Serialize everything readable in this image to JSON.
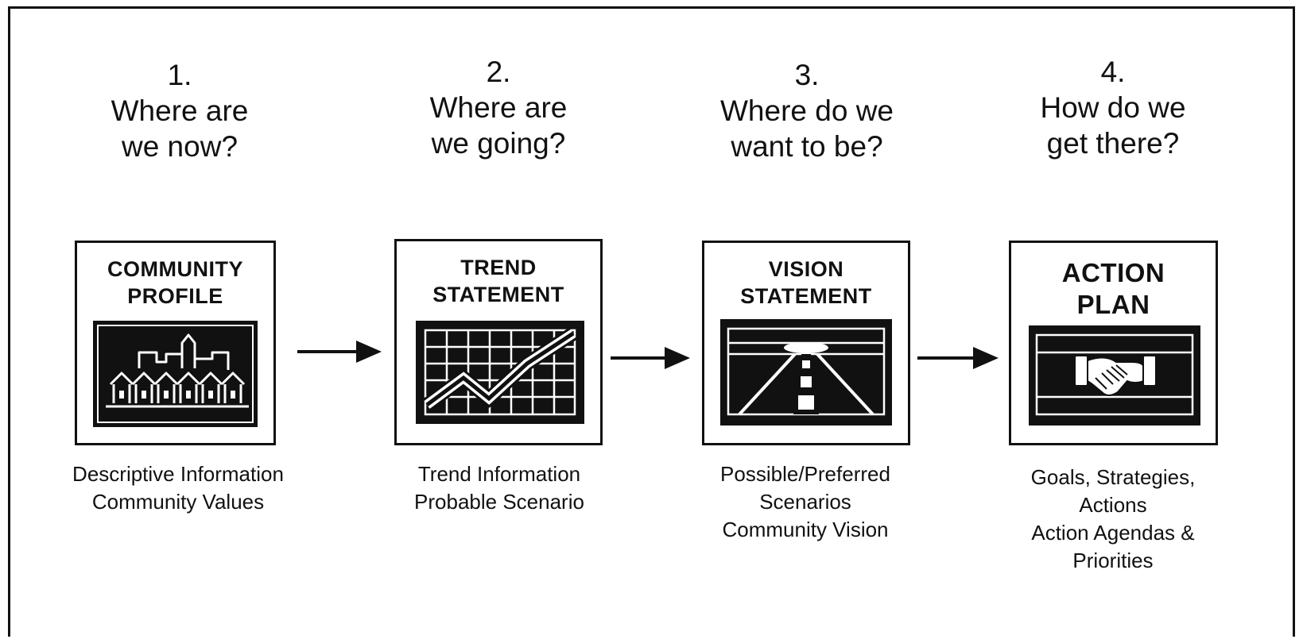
{
  "steps": [
    {
      "number": "1.",
      "question_line1": "Where are",
      "question_line2": "we now?",
      "box_title_line1": "COMMUNITY",
      "box_title_line2": "PROFILE",
      "picture_icon": "village-icon",
      "caption_lines": [
        "Descriptive Information",
        "Community Values"
      ]
    },
    {
      "number": "2.",
      "question_line1": "Where are",
      "question_line2": "we going?",
      "box_title_line1": "TREND",
      "box_title_line2": "STATEMENT",
      "picture_icon": "trend-graph-icon",
      "caption_lines": [
        "Trend Information",
        "Probable Scenario"
      ]
    },
    {
      "number": "3.",
      "question_line1": "Where do we",
      "question_line2": "want to be?",
      "box_title_line1": "VISION",
      "box_title_line2": "STATEMENT",
      "picture_icon": "road-horizon-icon",
      "caption_lines": [
        "Possible/Preferred",
        "Scenarios",
        "Community Vision"
      ]
    },
    {
      "number": "4.",
      "question_line1": "How do we",
      "question_line2": "get there?",
      "box_title_line1": "ACTION",
      "box_title_line2": "PLAN",
      "picture_icon": "handshake-icon",
      "caption_lines": [
        "Goals, Strategies,",
        "Actions",
        "Action Agendas &",
        "Priorities"
      ]
    }
  ],
  "connector_icon": "right-arrow-icon",
  "colors": {
    "ink": "#111111",
    "background": "#ffffff"
  }
}
